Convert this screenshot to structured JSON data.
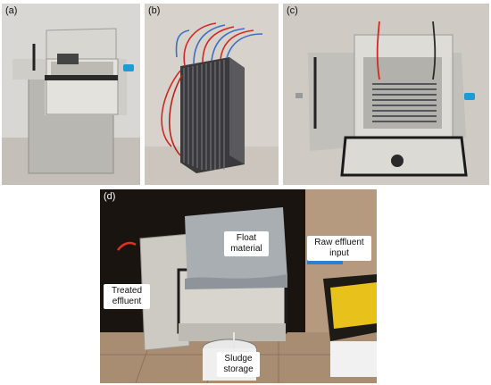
{
  "panels": {
    "a": {
      "label": "(a)"
    },
    "b": {
      "label": "(b)"
    },
    "c": {
      "label": "(c)"
    },
    "d": {
      "label": "(d)",
      "callouts": {
        "float_line1": "Float",
        "float_line2": "material",
        "raw_line1": "Raw effluent",
        "raw_line2": "input",
        "treated_line1": "Treated",
        "treated_line2": "effluent",
        "sludge_line1": "Sludge",
        "sludge_line2": "storage"
      }
    }
  },
  "colors": {
    "concrete": "#c9c9c6",
    "tile_floor": "#a88d73",
    "dark_background": "#1a1410",
    "red_wire": "#d02a1f",
    "blue_wire": "#3a6fc4",
    "battery_yellow": "#e8c21a"
  }
}
